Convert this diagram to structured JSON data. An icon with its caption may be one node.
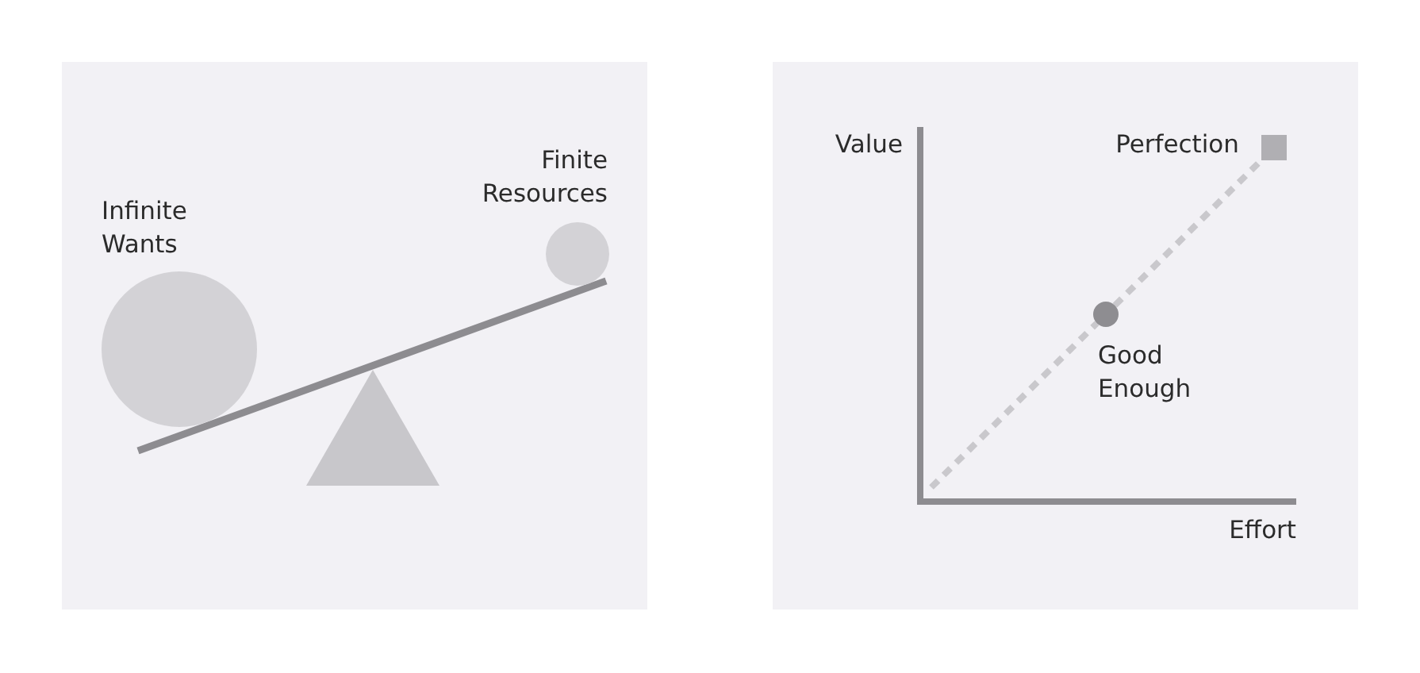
{
  "diagram": {
    "nodes": [
      {
        "text": [],
        "shape": "box"
      },
      {
        "text": [],
        "shape": "circle",
        "in": 0,
        "beside": [
          "Infinite Wants"
        ]
      },
      {
        "text": [],
        "shape": "circle",
        "in": 0,
        "beside": [
          "Finite Resources"
        ]
      },
      {
        "text": [],
        "shape": "triangle",
        "in": 0
      },
      {
        "text": [],
        "shape": "box"
      },
      {
        "text": [],
        "shape": "box",
        "in": 4,
        "beside": [
          "Perfection"
        ]
      },
      {
        "text": [],
        "shape": "circle",
        "in": 4,
        "beside": [
          "Good Enough"
        ]
      }
    ],
    "edges": [
      {
        "from": null,
        "to": 6,
        "arrow": "none",
        "style": "dashed"
      },
      {
        "from": 6,
        "to": 5,
        "arrow": "none",
        "style": "dashed"
      }
    ],
    "labels": [
      "Value",
      "Effort"
    ]
  }
}
